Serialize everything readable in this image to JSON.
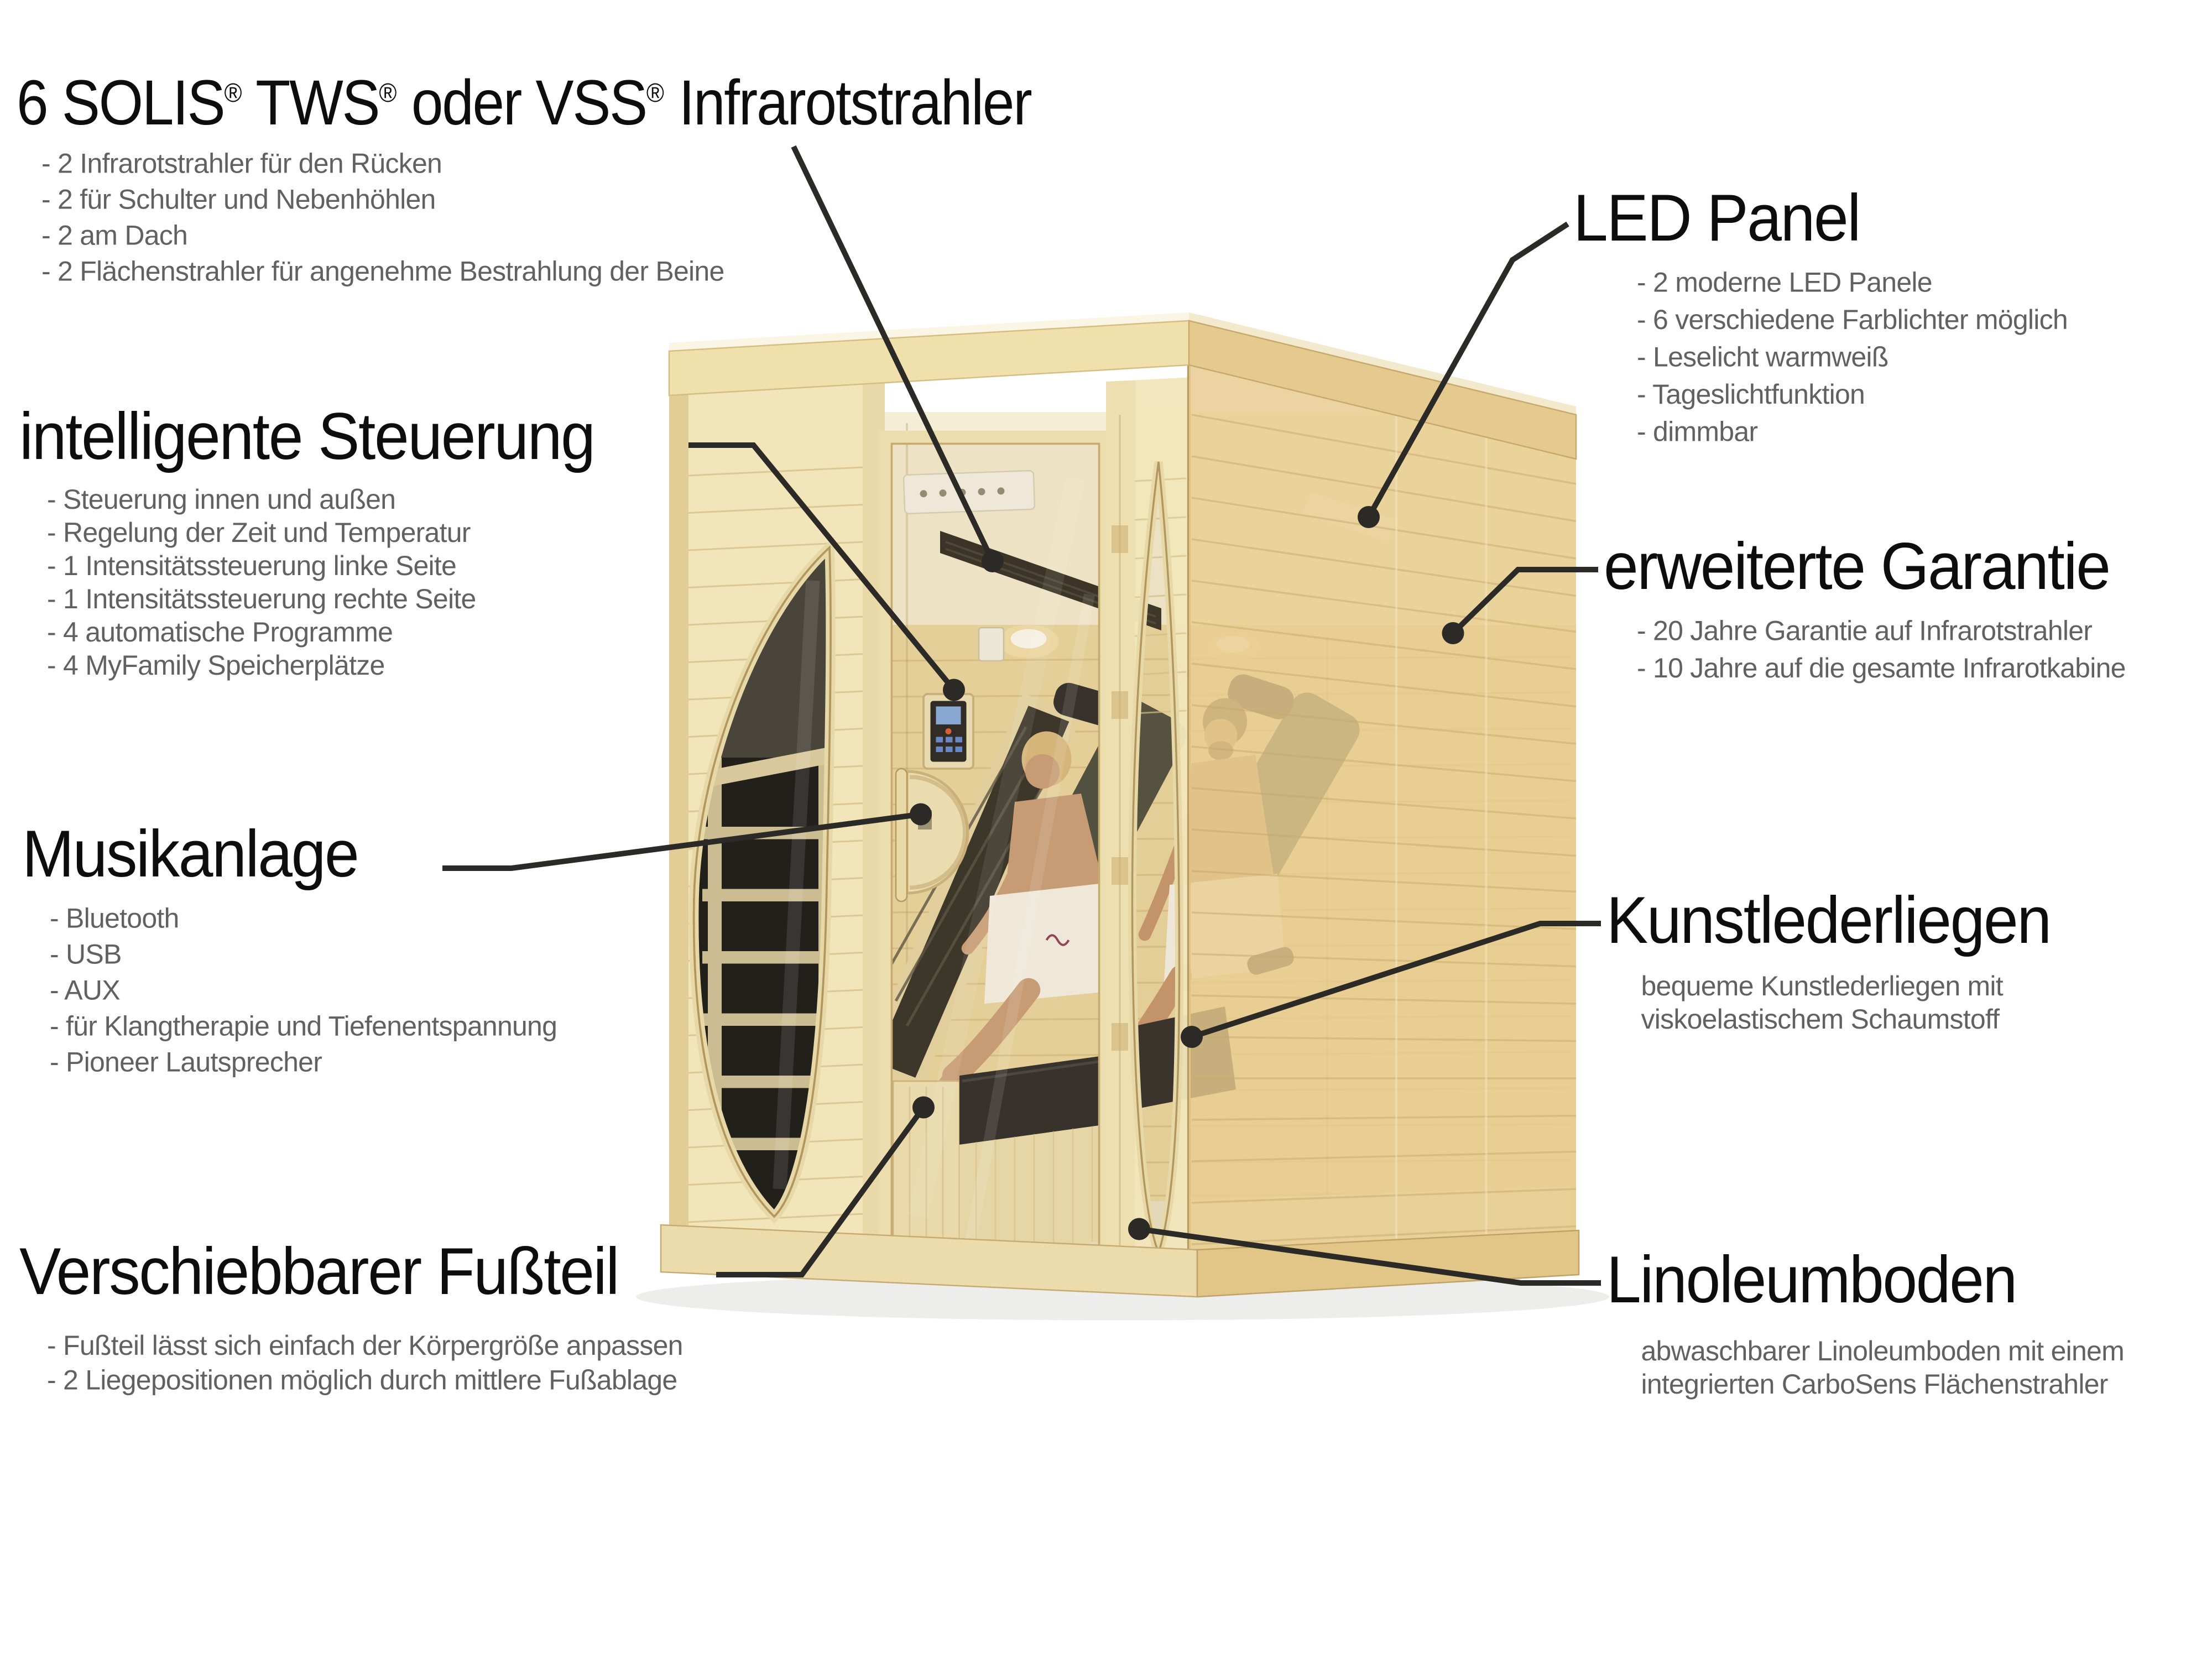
{
  "colors": {
    "heading_text": "#0d0d0d",
    "body_text": "#616161",
    "leader_line": "#2b2a27",
    "background": "#ffffff",
    "wood_front": "#f2e5ba",
    "wood_side": "#e7cc8f",
    "wood_trim": "#c9ac72",
    "wood_interior": "#ead7a2",
    "radiator_dark": "#22201b",
    "cushion_black": "#1c1c1f",
    "lounger_olive": "#3c4137",
    "towel_white": "#f7f5ef",
    "skin_tone": "#c89a76",
    "hair_blonde": "#d8b87c",
    "hair_brown": "#4e3b2a",
    "floor_linoleum": "#eae3cb",
    "lcd_blue": "#7fa7e6",
    "glass_tint": "#c8a86a"
  },
  "sections": {
    "infrarot": {
      "heading_parts": {
        "p1": "6 SOLIS",
        "s1": "®",
        "p2": " TWS",
        "s2": "®",
        "p3": " oder VSS",
        "s3": "®",
        "p4": " Infrarotstrahler"
      },
      "items": [
        "- 2 Infrarotstrahler für den Rücken",
        "- 2 für Schulter und Nebenhöhlen",
        "- 2 am Dach",
        "- 2 Flächenstrahler für angenehme Bestrahlung der Beine"
      ]
    },
    "steuerung": {
      "heading": "intelligente Steuerung",
      "items": [
        "- Steuerung innen und außen",
        "- Regelung der Zeit und Temperatur",
        "- 1 Intensitätssteuerung linke Seite",
        "- 1 Intensitätssteuerung rechte Seite",
        "- 4 automatische Programme",
        "- 4 MyFamily Speicherplätze"
      ]
    },
    "musik": {
      "heading": "Musikanlage",
      "items": [
        "- Bluetooth",
        "- USB",
        "- AUX",
        "- für Klangtherapie und Tiefenentspannung",
        "- Pioneer Lautsprecher"
      ]
    },
    "fussteil": {
      "heading": "Verschiebbarer Fußteil",
      "items": [
        "- Fußteil lässt sich einfach der Körpergröße anpassen",
        "- 2 Liegepositionen möglich durch mittlere Fußablage"
      ]
    },
    "led": {
      "heading": "LED Panel",
      "items": [
        "- 2 moderne LED Panele",
        "- 6 verschiedene Farblichter möglich",
        "- Leselicht warmweiß",
        "- Tageslichtfunktion",
        "- dimmbar"
      ]
    },
    "garantie": {
      "heading": "erweiterte Garantie",
      "items": [
        "- 20 Jahre Garantie auf Infrarotstrahler",
        "- 10 Jahre auf die gesamte Infrarotkabine"
      ]
    },
    "liegen": {
      "heading": "Kunstlederliegen",
      "description": [
        "bequeme Kunstlederliegen mit",
        "viskoelastischem Schaumstoff"
      ]
    },
    "boden": {
      "heading": "Linoleumboden",
      "description": [
        "abwaschbarer Linoleumboden mit einem",
        "integrierten CarboSens Flächenstrahler"
      ]
    }
  }
}
